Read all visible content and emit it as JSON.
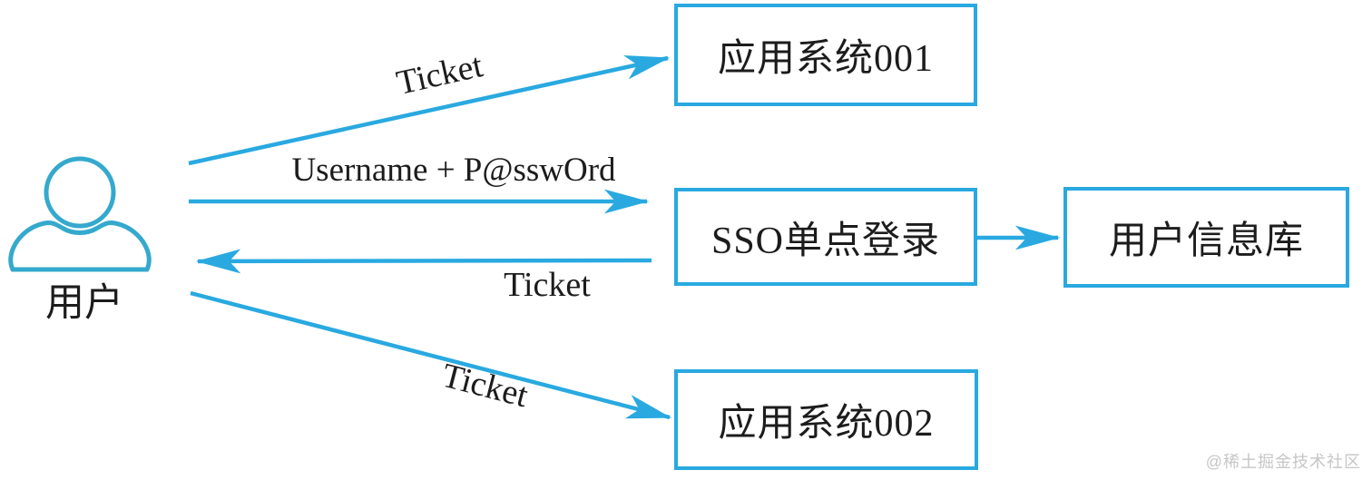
{
  "colors": {
    "accent": "#29a9e0",
    "icon_stroke": "#35a9cd",
    "text": "#1c1c1c",
    "watermark": "#c6c6c6",
    "background": "#ffffff"
  },
  "actor": {
    "label": "用户"
  },
  "nodes": {
    "app1": {
      "label": "应用系统001"
    },
    "sso": {
      "label": "SSO单点登录"
    },
    "userdb": {
      "label": "用户信息库"
    },
    "app2": {
      "label": "应用系统002"
    }
  },
  "edges": {
    "user_to_app1": {
      "label": "Ticket"
    },
    "user_to_sso": {
      "label": "Username + P@sswOrd"
    },
    "sso_to_user": {
      "label": "Ticket"
    },
    "user_to_app2": {
      "label": "Ticket"
    }
  },
  "watermark": {
    "text": "@稀土掘金技术社区"
  }
}
